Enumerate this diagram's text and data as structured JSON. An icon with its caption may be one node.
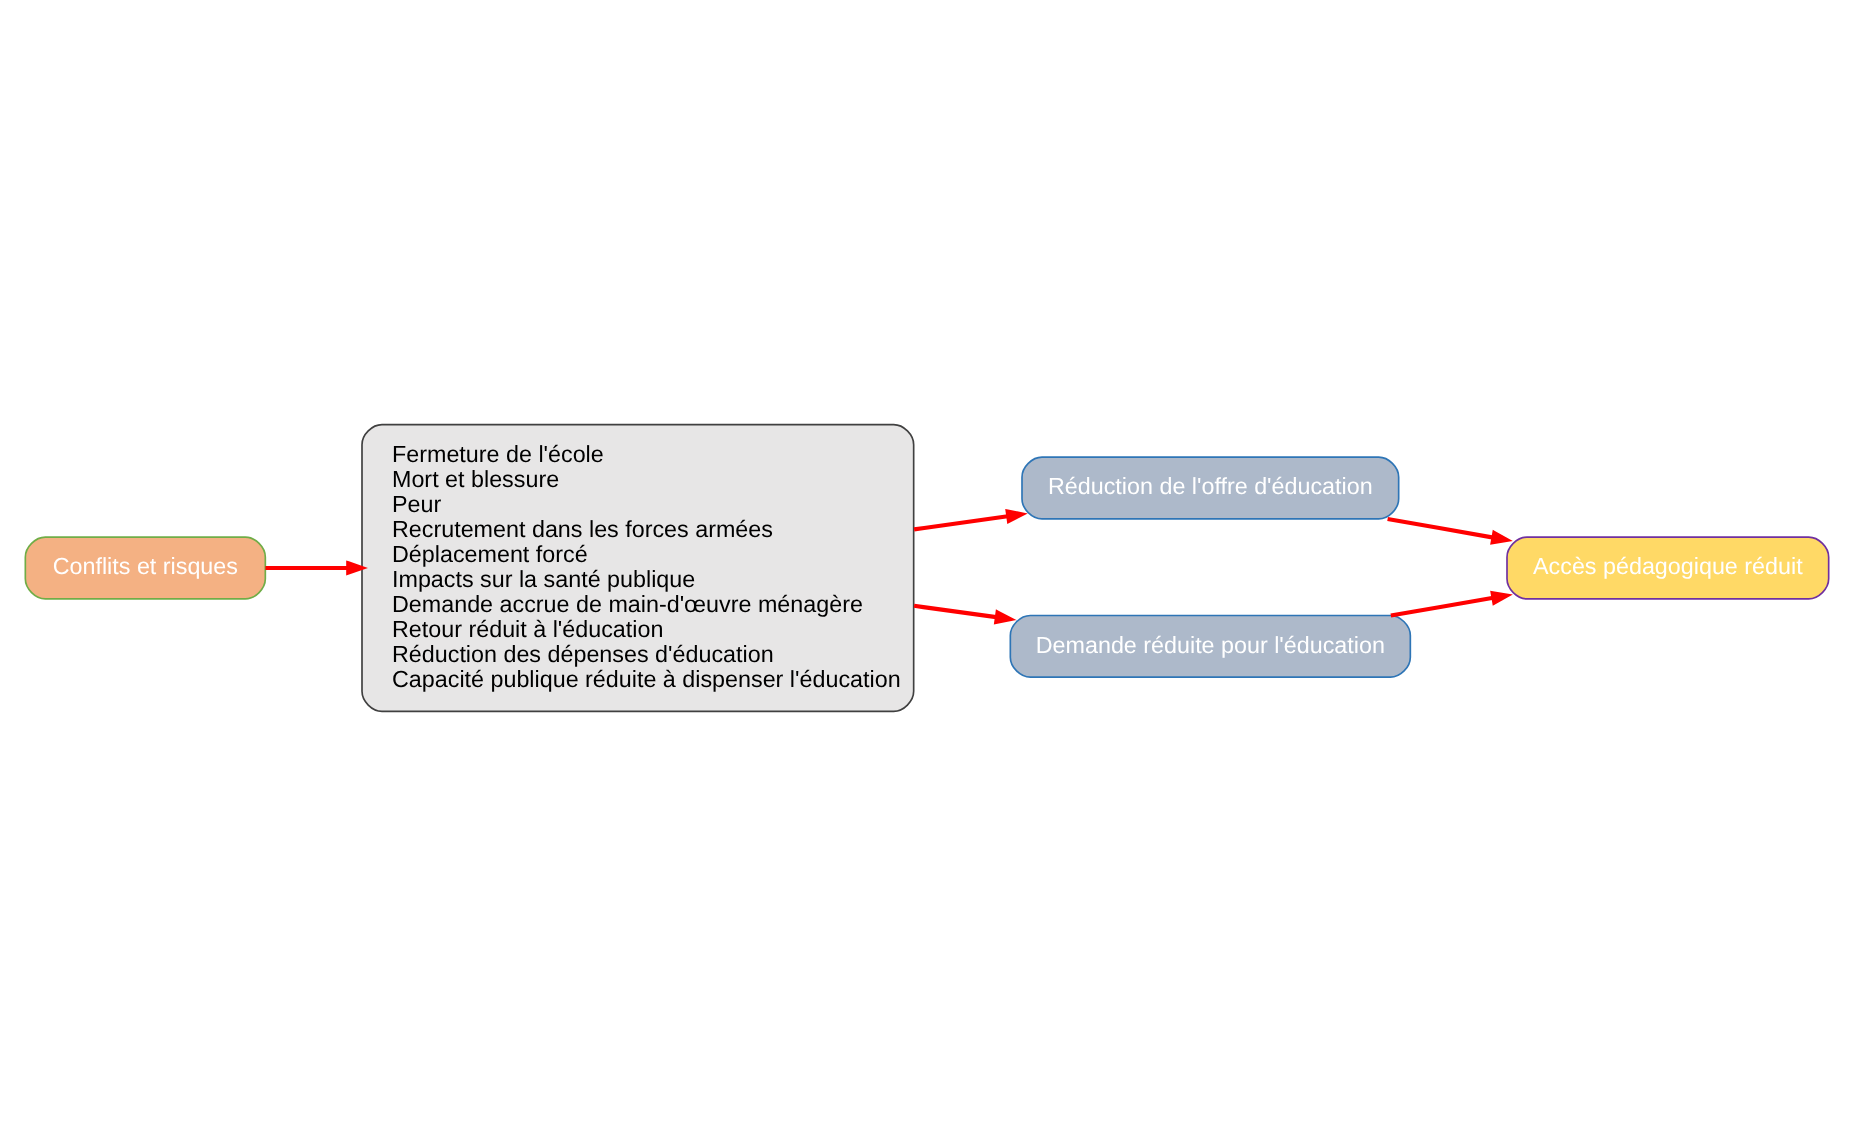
{
  "diagram": {
    "nodes": [
      {
        "text": [
          "Conflits et risques"
        ]
      },
      {
        "text": [
          "Fermeture de l'école",
          "Mort et blessure",
          "Peur",
          "Recrutement dans les forces armées",
          "Déplacement forcé",
          "Impacts sur la santé publique",
          "Demande accrue de main-d'œuvre ménagère",
          "Retour réduit à l'éducation",
          "Réduction des dépenses d'éducation",
          "Capacité publique réduite à dispenser l'éducation"
        ]
      },
      {
        "text": [
          "Réduction de l'offre d'éducation"
        ]
      },
      {
        "text": [
          "Demande réduite pour l'éducation"
        ]
      },
      {
        "text": [
          "Accès pédagogique réduit"
        ]
      }
    ],
    "edges": [
      {
        "from": 0,
        "to": 1,
        "arrow": "to"
      },
      {
        "from": 1,
        "to": 2,
        "arrow": "to"
      },
      {
        "from": 1,
        "to": 3,
        "arrow": "to"
      },
      {
        "from": 2,
        "to": 4,
        "arrow": "to"
      },
      {
        "from": 3,
        "to": 4,
        "arrow": "to"
      }
    ]
  }
}
